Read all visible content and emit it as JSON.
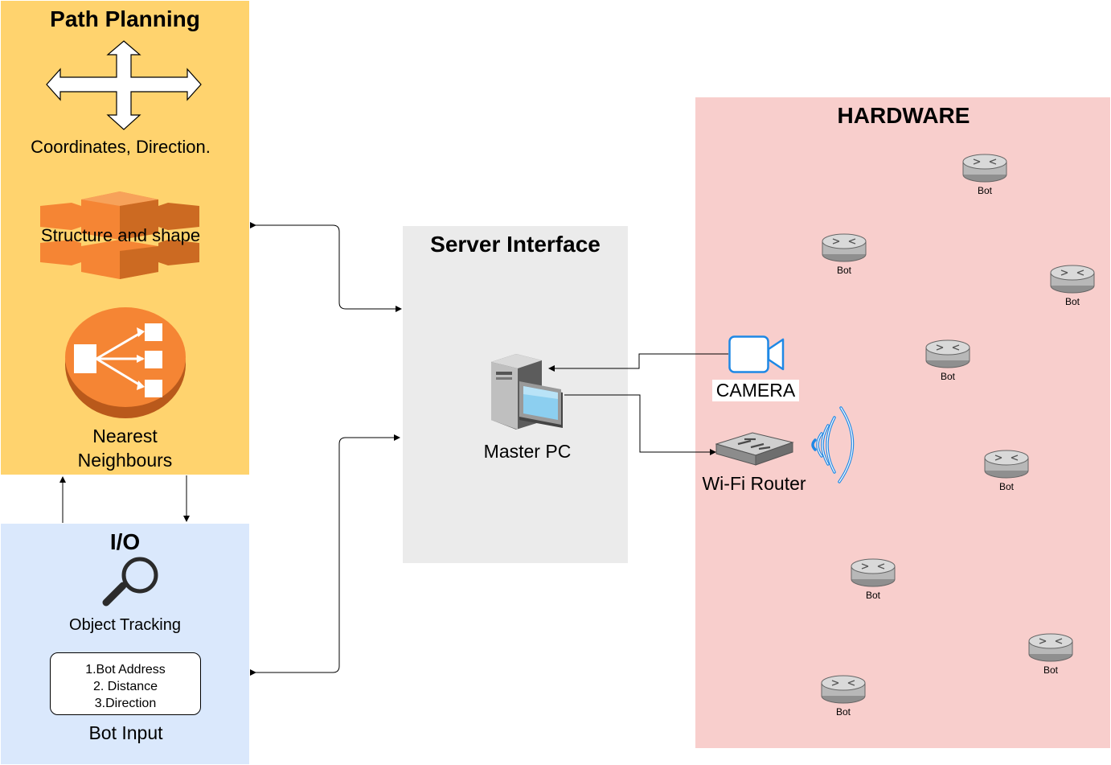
{
  "path_planning": {
    "title": "Path Planning",
    "coordinates_label": "Coordinates, Direction.",
    "structure_label": "Structure and shape",
    "neighbours_line1": "Nearest",
    "neighbours_line2": "Neighbours"
  },
  "io": {
    "title": "I/O",
    "object_tracking_label": "Object Tracking",
    "bot_input_lines": [
      "1.Bot Address",
      "2. Distance",
      "3.Direction"
    ],
    "bot_input_label": "Bot Input"
  },
  "server": {
    "title": "Server Interface",
    "master_pc_label": "Master PC"
  },
  "hardware": {
    "title": "HARDWARE",
    "camera_label": "CAMERA",
    "router_label": "Wi-Fi Router",
    "bots": [
      "Bot",
      "Bot",
      "Bot",
      "Bot",
      "Bot",
      "Bot",
      "Bot",
      "Bot"
    ]
  },
  "colors": {
    "path_planning_bg": "#ffd36e",
    "io_bg": "#dae8fc",
    "server_bg": "#ebebeb",
    "hardware_bg": "#f8cecc",
    "aws_orange": "#f58534",
    "camera_blue": "#1e88e5"
  },
  "icons": [
    "four-way-arrow-icon",
    "aws-structure-icon",
    "load-balancer-icon",
    "magnifier-icon",
    "desktop-pc-icon",
    "camera-icon",
    "router-icon",
    "wifi-waves-icon",
    "bot-icon"
  ]
}
